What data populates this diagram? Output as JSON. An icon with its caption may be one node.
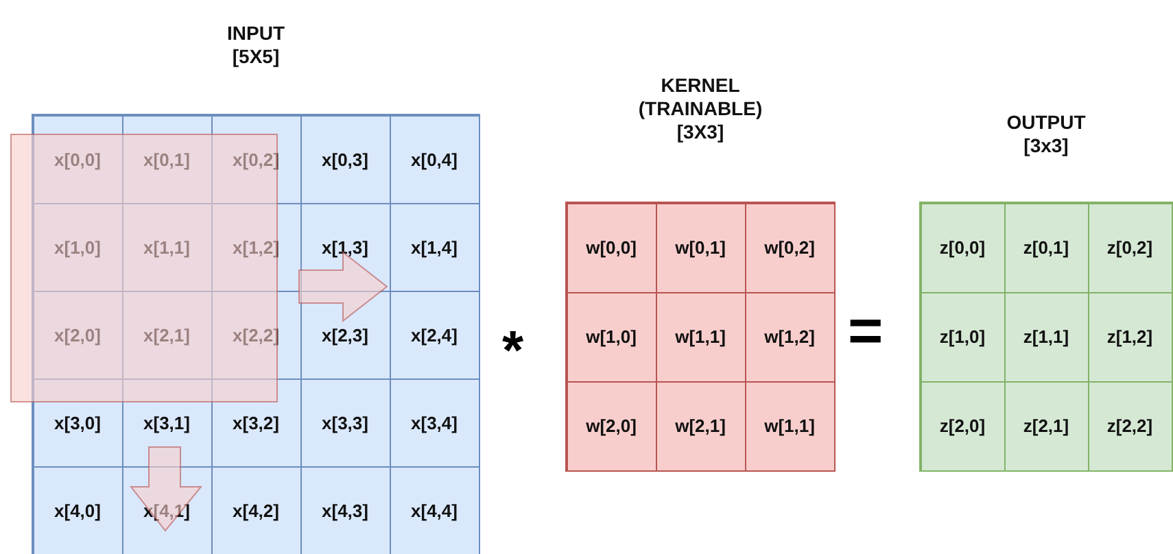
{
  "diagram": {
    "nodes": [
      {
        "text": [
          "INPUT [5X5]"
        ]
      },
      {
        "text": [
          "x[0,0]"
        ],
        "in": 0
      },
      {
        "text": [
          "x[0,1]"
        ],
        "in": 0
      },
      {
        "text": [
          "x[0,2]"
        ],
        "in": 0
      },
      {
        "text": [
          "x[0,3]"
        ],
        "in": 0
      },
      {
        "text": [
          "x[0,4]"
        ],
        "in": 0
      },
      {
        "text": [
          "x[1,0]"
        ],
        "in": 0
      },
      {
        "text": [
          "x[1,1]"
        ],
        "in": 0
      },
      {
        "text": [
          "x[1,2]"
        ],
        "in": 0
      },
      {
        "text": [
          "x[1,3]"
        ],
        "in": 0
      },
      {
        "text": [
          "x[1,4]"
        ],
        "in": 0
      },
      {
        "text": [
          "x[2,0]"
        ],
        "in": 0
      },
      {
        "text": [
          "x[2,1]"
        ],
        "in": 0
      },
      {
        "text": [
          "x[2,2]"
        ],
        "in": 0
      },
      {
        "text": [
          "x[2,3]"
        ],
        "in": 0
      },
      {
        "text": [
          "x[2,4]"
        ],
        "in": 0
      },
      {
        "text": [
          "x[3,0]"
        ],
        "in": 0
      },
      {
        "text": [
          "x[3,1]"
        ],
        "in": 0
      },
      {
        "text": [
          "x[3,2]"
        ],
        "in": 0
      },
      {
        "text": [
          "x[3,3]"
        ],
        "in": 0
      },
      {
        "text": [
          "x[3,4]"
        ],
        "in": 0
      },
      {
        "text": [
          "x[4,0]"
        ],
        "in": 0
      },
      {
        "text": [
          "x[4,1]"
        ],
        "in": 0
      },
      {
        "text": [
          "x[4,2]"
        ],
        "in": 0
      },
      {
        "text": [
          "x[4,3]"
        ],
        "in": 0
      },
      {
        "text": [
          "x[4,4]"
        ],
        "in": 0
      },
      {
        "text": [
          "KERNEL (TRAINABLE) [3X3]"
        ]
      },
      {
        "text": [
          "w[0,0]"
        ],
        "in": 26
      },
      {
        "text": [
          "w[0,1]"
        ],
        "in": 26
      },
      {
        "text": [
          "w[0,2]"
        ],
        "in": 26
      },
      {
        "text": [
          "w[1,0]"
        ],
        "in": 26
      },
      {
        "text": [
          "w[1,1]"
        ],
        "in": 26
      },
      {
        "text": [
          "w[1,2]"
        ],
        "in": 26
      },
      {
        "text": [
          "w[2,0]"
        ],
        "in": 26
      },
      {
        "text": [
          "w[2,1]"
        ],
        "in": 26
      },
      {
        "text": [
          "w[1,1]"
        ],
        "in": 26
      },
      {
        "text": [
          "OUTPUT [3x3]"
        ]
      },
      {
        "text": [
          "z[0,0]"
        ],
        "in": 36
      },
      {
        "text": [
          "z[0,1]"
        ],
        "in": 36
      },
      {
        "text": [
          "z[0,2]"
        ],
        "in": 36
      },
      {
        "text": [
          "z[1,0]"
        ],
        "in": 36
      },
      {
        "text": [
          "z[1,1]"
        ],
        "in": 36
      },
      {
        "text": [
          "z[1,2]"
        ],
        "in": 36
      },
      {
        "text": [
          "z[2,0]"
        ],
        "in": 36
      },
      {
        "text": [
          "z[2,1]"
        ],
        "in": 36
      },
      {
        "text": [
          "z[2,2]"
        ],
        "in": 36
      }
    ],
    "edges": [
      {
        "from": 8,
        "to": 9,
        "arrow": "to"
      },
      {
        "from": 17,
        "to": 22,
        "arrow": "to"
      }
    ],
    "labels": [
      "*",
      "="
    ]
  }
}
